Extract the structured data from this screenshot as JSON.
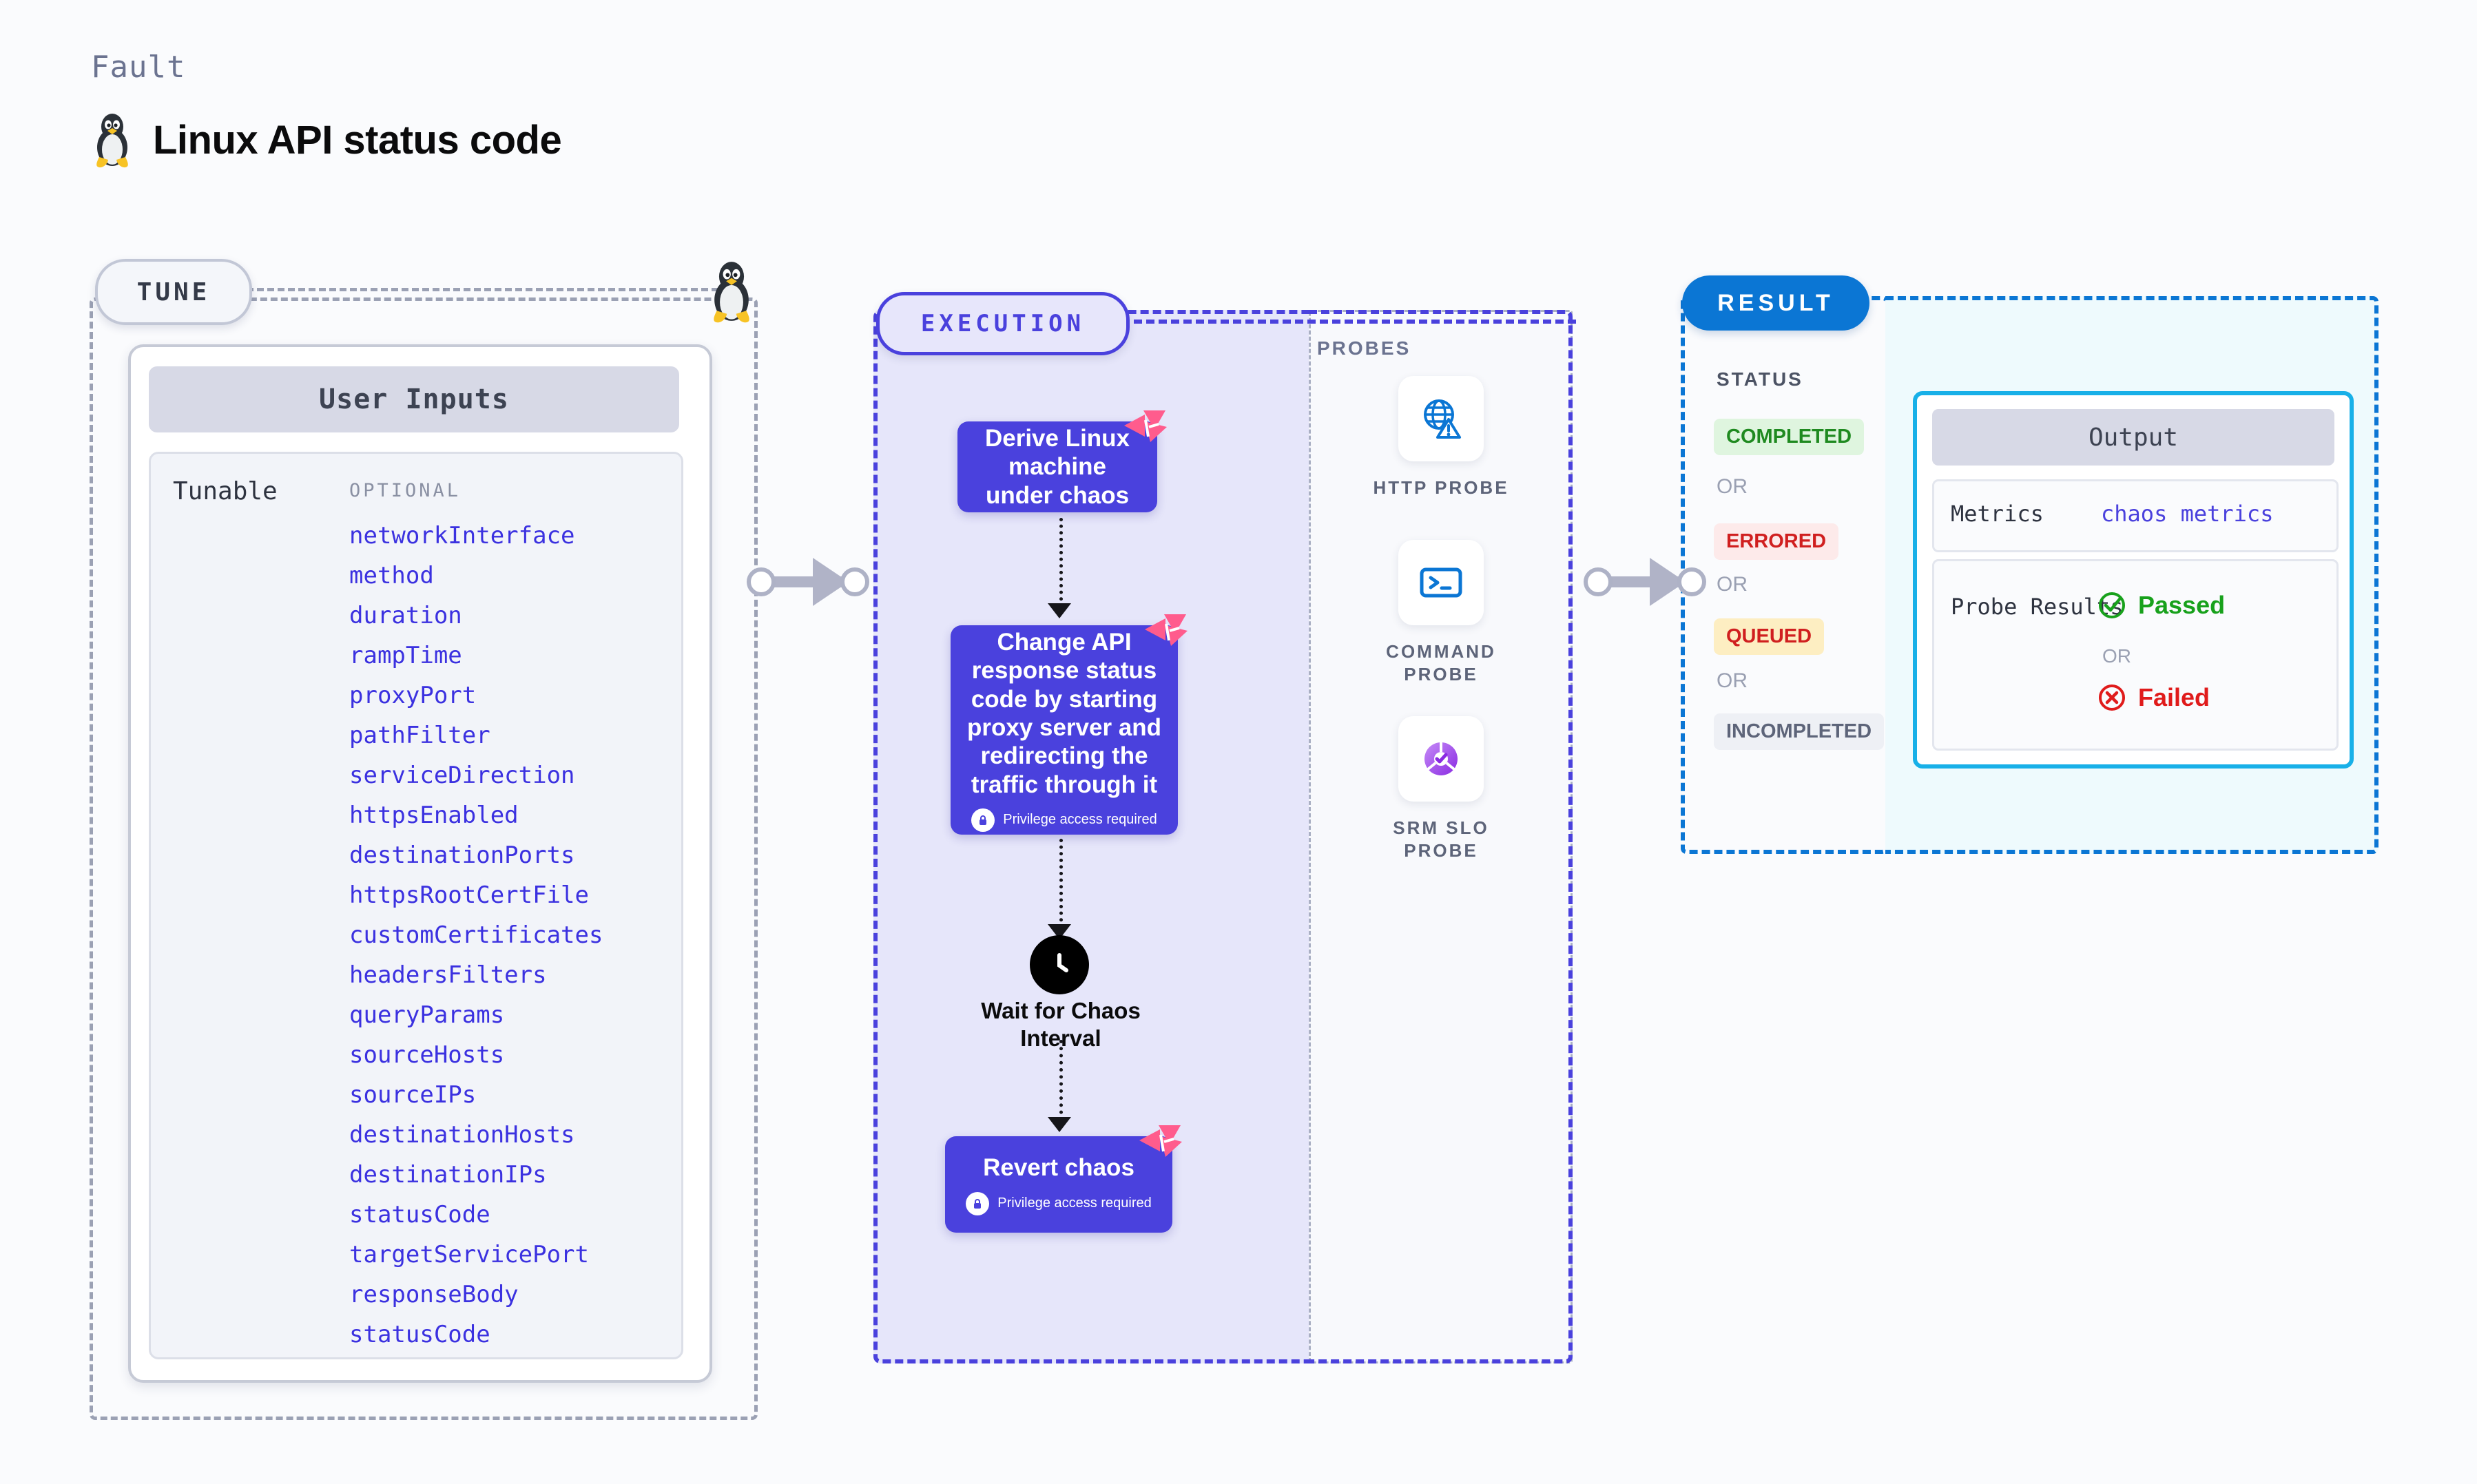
{
  "header": {
    "fault_label": "Fault",
    "title": "Linux API status code",
    "os_icon": "tux-penguin-icon"
  },
  "tune": {
    "badge": "TUNE",
    "card_header": "User Inputs",
    "tunable_label": "Tunable",
    "optional_label": "OPTIONAL",
    "params": [
      "networkInterface",
      "method",
      "duration",
      "rampTime",
      "proxyPort",
      "pathFilter",
      "serviceDirection",
      "httpsEnabled",
      "destinationPorts",
      "httpsRootCertFile",
      "customCertificates",
      "headersFilters",
      "queryParams",
      "sourceHosts",
      "sourceIPs",
      "destinationHosts",
      "destinationIPs",
      "statusCode",
      "targetServicePort",
      "responseBody",
      "statusCode"
    ]
  },
  "execution": {
    "badge": "EXECUTION",
    "nodes": [
      {
        "title": "Derive Linux machine under chaos",
        "privilege": null
      },
      {
        "title": "Change API response status code by starting proxy server and redirecting the traffic through it",
        "privilege": "Privilege access required"
      },
      {
        "title": "Revert chaos",
        "privilege": "Privilege access required"
      }
    ],
    "wait_label": "Wait for Chaos Interval",
    "clock_icon": "clock-icon"
  },
  "probes": {
    "title": "PROBES",
    "items": [
      {
        "name": "HTTP PROBE",
        "icon": "globe-warning-icon"
      },
      {
        "name": "COMMAND PROBE",
        "icon": "terminal-icon"
      },
      {
        "name": "SRM SLO PROBE",
        "icon": "slo-gauge-check-icon"
      }
    ]
  },
  "result": {
    "badge": "RESULT",
    "status_title": "STATUS",
    "or_label": "OR",
    "statuses": [
      {
        "label": "COMPLETED",
        "bg": "#dff5df",
        "fg": "#1f8a20"
      },
      {
        "label": "ERRORED",
        "bg": "#fdeaea",
        "fg": "#d01f1f"
      },
      {
        "label": "QUEUED",
        "bg": "#fdeec2",
        "fg": "#d01f1f"
      },
      {
        "label": "INCOMPLETED",
        "bg": "#eef0f5",
        "fg": "#5d6479"
      }
    ],
    "output": {
      "header": "Output",
      "metrics_label": "Metrics",
      "metrics_value": "chaos metrics",
      "probe_results_label": "Probe Results",
      "passed_label": "Passed",
      "failed_label": "Failed",
      "or_label": "OR"
    }
  },
  "colors": {
    "indigo": "#4a41dd",
    "blue": "#0b76d4",
    "cyan": "#18b0e8",
    "pink": "#ff5c8d",
    "param_blue": "#3b31e0"
  }
}
